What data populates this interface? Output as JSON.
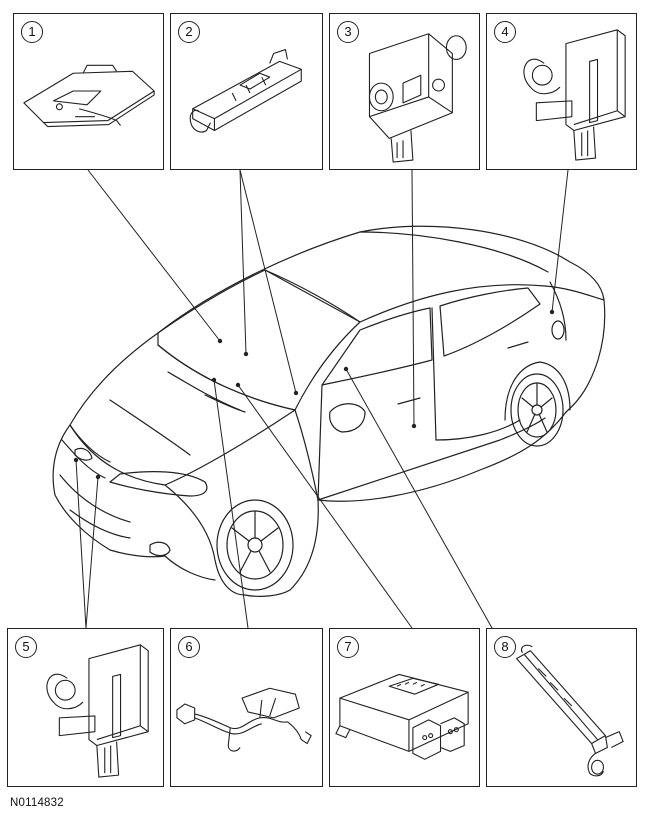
{
  "callouts": [
    {
      "number": "1"
    },
    {
      "number": "2"
    },
    {
      "number": "3"
    },
    {
      "number": "4"
    },
    {
      "number": "5"
    },
    {
      "number": "6"
    },
    {
      "number": "7"
    },
    {
      "number": "8"
    }
  ],
  "figure_reference": "N0114832",
  "colors": {
    "line": "#222222",
    "background": "#ffffff"
  }
}
